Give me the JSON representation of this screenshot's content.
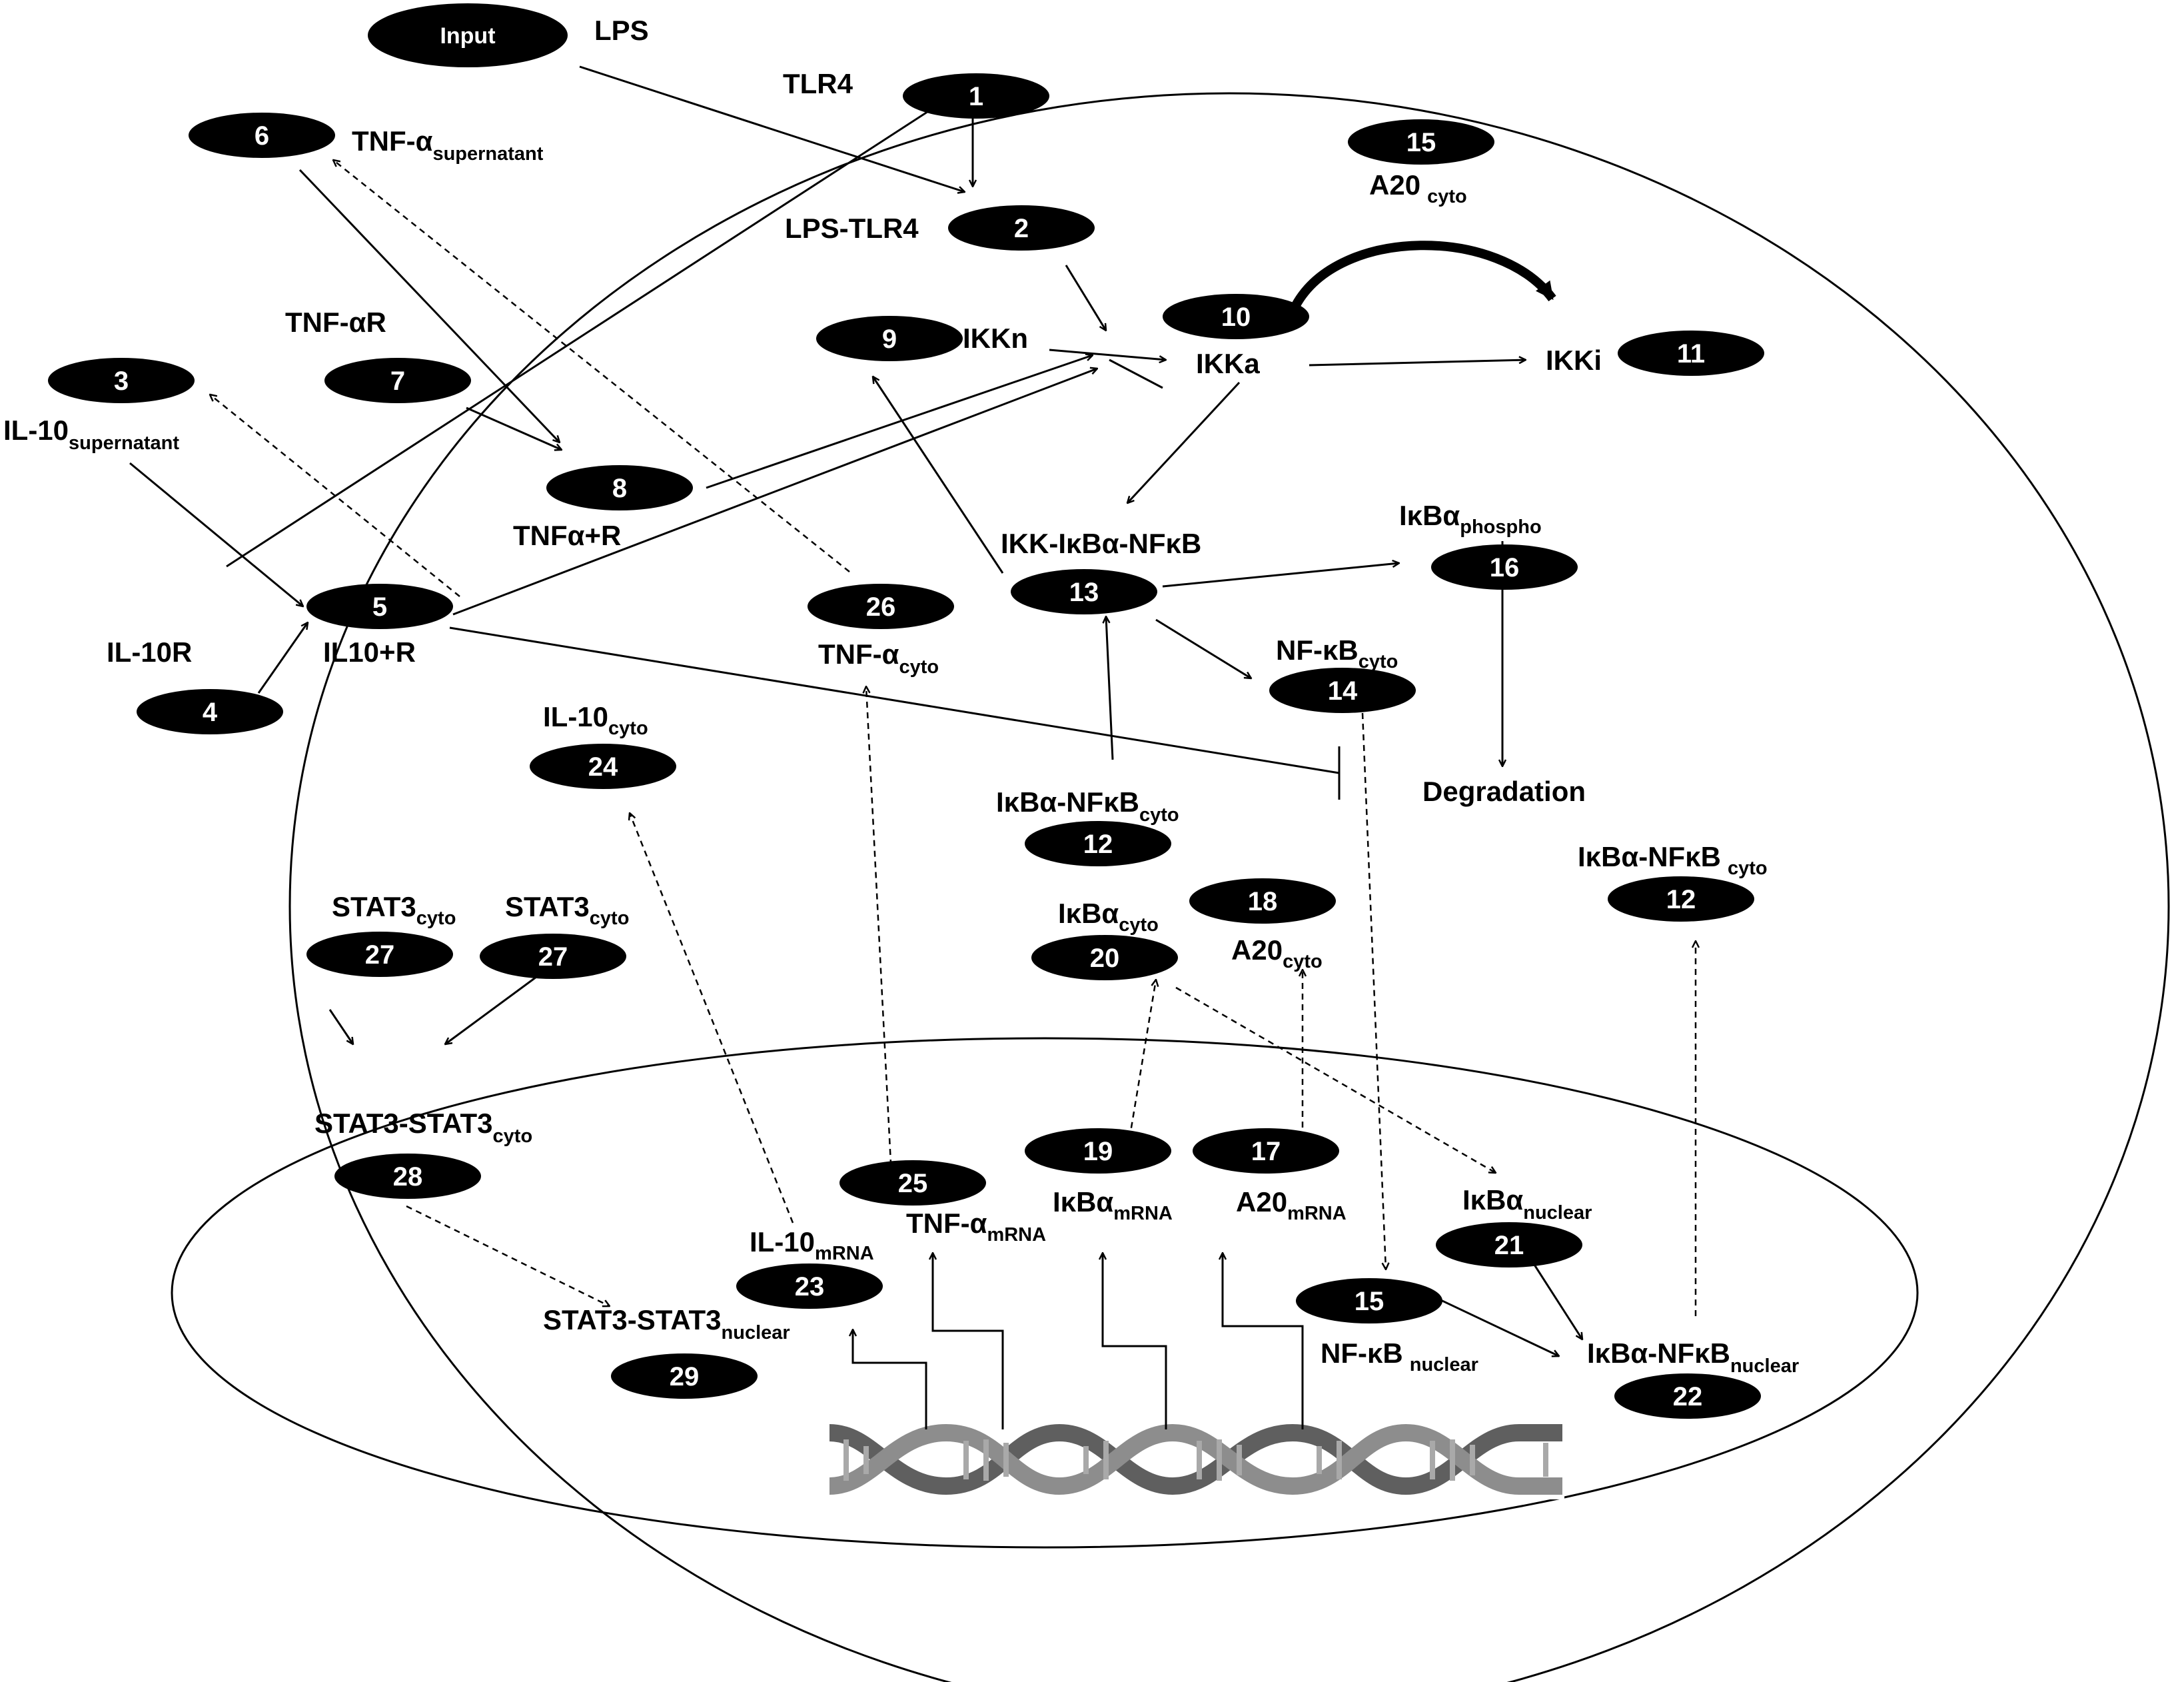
{
  "nodes": {
    "input": "Input",
    "n1": "1",
    "n2": "2",
    "n3": "3",
    "n4": "4",
    "n5": "5",
    "n6": "6",
    "n7": "7",
    "n8": "8",
    "n9": "9",
    "n10": "10",
    "n11": "11",
    "n12a": "12",
    "n12b": "12",
    "n13": "13",
    "n14": "14",
    "n15a": "15",
    "n15b": "15",
    "n16": "16",
    "n17": "17",
    "n18": "18",
    "n19": "19",
    "n20": "20",
    "n21": "21",
    "n22": "22",
    "n23": "23",
    "n24": "24",
    "n25": "25",
    "n26": "26",
    "n27a": "27",
    "n27b": "27",
    "n28": "28",
    "n29": "29"
  },
  "labels": {
    "lps": "LPS",
    "tlr4": "TLR4",
    "lps_tlr4": "LPS-TLR4",
    "tnf_sup_main": "TNF-α",
    "tnf_sup_sub": "supernatant",
    "a20_top_main": "A20",
    "a20_top_sub": "cyto",
    "tnf_r": "TNF-αR",
    "il10_sup_main": "IL-10",
    "il10_sup_sub": "supernatant",
    "ikkn": "IKKn",
    "ikka": "IKKa",
    "ikki": "IKKi",
    "tnfa_r": "TNFα+R",
    "ikk_complex": "IKK-IκBα-NFκB",
    "ikba_phospho_main": "IκBα",
    "ikba_phospho_sub": "phospho",
    "il10r": "IL-10R",
    "il10_r": "IL10+R",
    "tnf_cyto_main": "TNF-α",
    "tnf_cyto_sub": "cyto",
    "nfkb_cyto_main": "NF-κB",
    "nfkb_cyto_sub": "cyto",
    "il10_cyto_main": "IL-10",
    "il10_cyto_sub": "cyto",
    "degradation": "Degradation",
    "ikba_nfkb_cyto_main": "IκBα-NFκB",
    "ikba_nfkb_cyto_sub": "cyto",
    "ikba_nfkb_cyto2_main": "IκBα-NFκB",
    "ikba_nfkb_cyto2_sub": "cyto",
    "stat3_a_main": "STAT3",
    "stat3_a_sub": "cyto",
    "stat3_b_main": "STAT3",
    "stat3_b_sub": "cyto",
    "ikba_cyto_main": "IκBα",
    "ikba_cyto_sub": "cyto",
    "a20_cyto_main": "A20",
    "a20_cyto_sub": "cyto",
    "stat3_dimer_cyto_main": "STAT3-STAT3",
    "stat3_dimer_cyto_sub": "cyto",
    "ikba_mrna_main": "IκBα",
    "ikba_mrna_sub": "mRNA",
    "a20_mrna_main": "A20",
    "a20_mrna_sub": "mRNA",
    "ikba_nuclear_main": "IκBα",
    "ikba_nuclear_sub": "nuclear",
    "il10_mrna_main": "IL-10",
    "il10_mrna_sub": "mRNA",
    "tnf_mrna_main": "TNF-α",
    "tnf_mrna_sub": "mRNA",
    "stat3_nuclear_main": "STAT3-STAT3",
    "stat3_nuclear_sub": "nuclear",
    "nfkb_nuclear_main": "NF-κB",
    "nfkb_nuclear_sub": "nuclear",
    "ikba_nfkb_nuclear_main": "IκBα-NFκB",
    "ikba_nfkb_nuclear_sub": "nuclear"
  },
  "colors": {
    "node_fill": "#000000",
    "node_text": "#ffffff",
    "line": "#000000",
    "dna_dark": "#5f5f5f",
    "dna_light": "#a9a9a9"
  }
}
